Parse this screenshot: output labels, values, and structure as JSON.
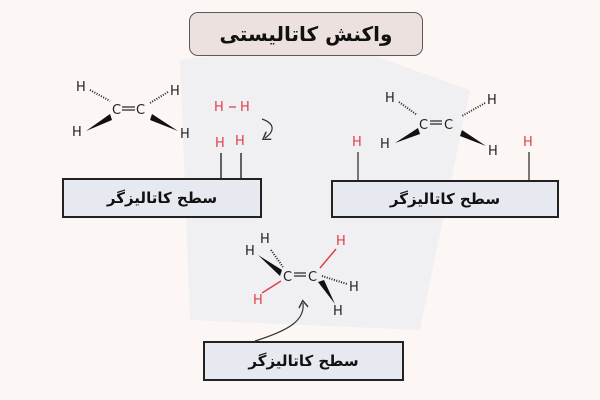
{
  "title": "واکنش کاتالیستی",
  "colors": {
    "background": "#fcf7f4",
    "title_box": "#ece1de",
    "surface_box": "#e6e9ef",
    "hydrogen_red": "#e0404a",
    "ink": "#222222"
  },
  "panels": [
    {
      "id": "adsorption-h2",
      "surface_label": "سطح کاتالیزگر",
      "molecule": "ethene",
      "atoms": {
        "carbon": "C",
        "hydrogen": "H"
      },
      "h2_molecule": "H – H",
      "adsorbed_hydrogens": [
        "H",
        "H"
      ]
    },
    {
      "id": "ethene-approach",
      "surface_label": "سطح کاتالیزگر",
      "molecule": "ethene",
      "adsorbed_hydrogens": [
        "H",
        "H"
      ]
    },
    {
      "id": "product-ethane",
      "surface_label": "سطح کاتالیزگر",
      "molecule": "ethane",
      "added_hydrogens": [
        "H",
        "H"
      ]
    }
  ],
  "labels": {
    "C": "C",
    "H": "H",
    "bond_double": "="
  }
}
